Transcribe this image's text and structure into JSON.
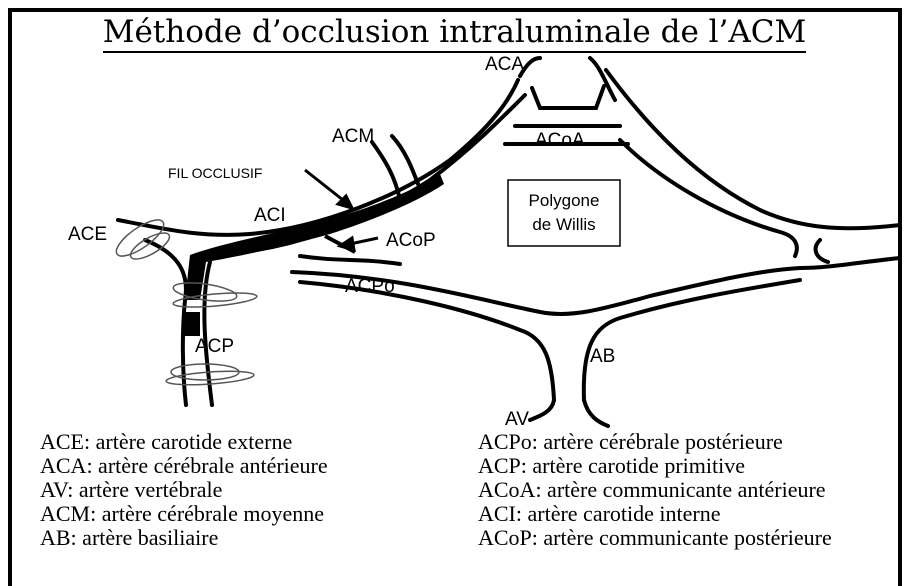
{
  "title": "Méthode d’occlusion intraluminale de l’ACM",
  "labels": {
    "aca": "ACA",
    "acoa": "ACoA",
    "acm": "ACM",
    "fil": "FIL OCCLUSIF",
    "ace": "ACE",
    "aci": "ACI",
    "acop": "ACoP",
    "acpo": "ACPo",
    "acp": "ACP",
    "ab": "AB",
    "av": "AV",
    "polygone_line1": "Polygone",
    "polygone_line2": "de Willis"
  },
  "legend_left": [
    "ACE: artère carotide externe",
    "ACA: artère cérébrale antérieure",
    "AV: artère vertébrale",
    "ACM: artère cérébrale moyenne",
    "AB: artère basiliaire"
  ],
  "legend_right": [
    "ACPo: artère cérébrale postérieure",
    "ACP: artère carotide primitive",
    "ACoA: artère communicante antérieure",
    "ACI: artère carotide interne",
    "ACoP: artère communicante postérieure"
  ]
}
